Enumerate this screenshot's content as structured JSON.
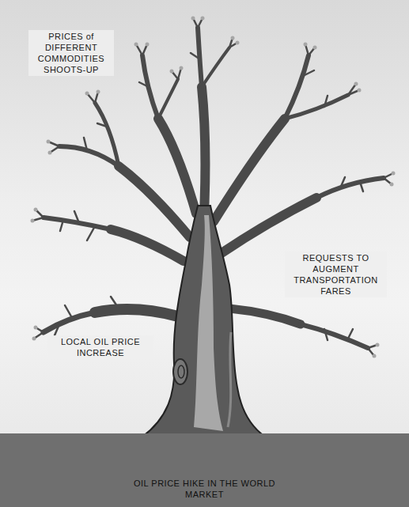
{
  "diagram": {
    "nodes": [
      {
        "text": [
          "OIL PRICE HIKE IN THE WORLD MARKET"
        ]
      }
    ],
    "labels": [
      "PRICES of DIFFERENT COMMODITIES SHOOTS-UP",
      "REQUESTS TO AUGMENT TRANSPORTATION FARES",
      "LOCAL OIL PRICE INCREASE"
    ]
  }
}
